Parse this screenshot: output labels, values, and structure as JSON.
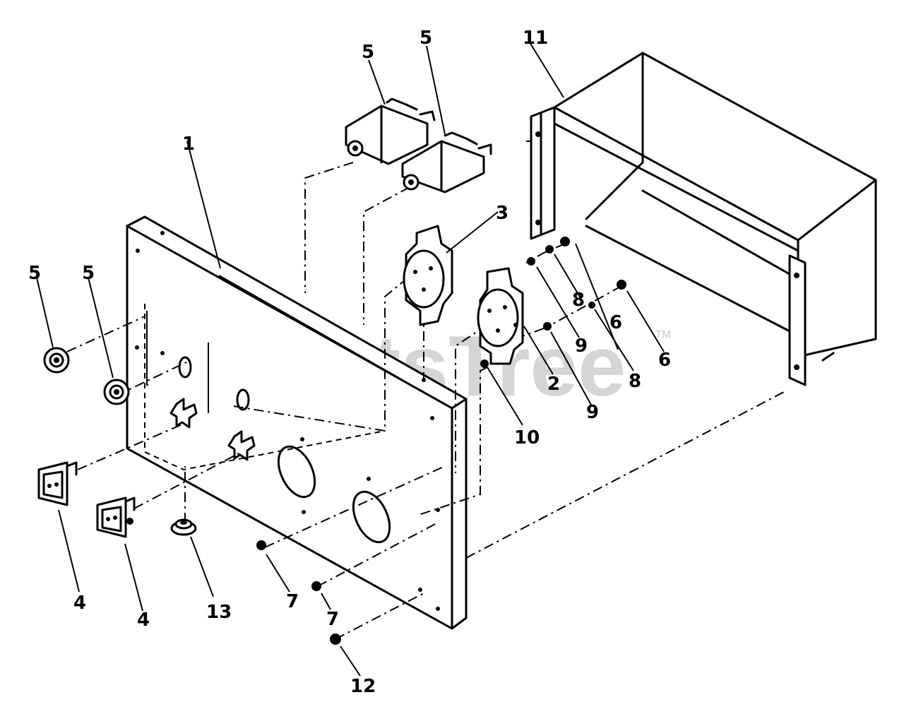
{
  "watermark": {
    "text": "PartsTree",
    "trademark": "TM"
  },
  "callouts": {
    "c1": "1",
    "c2": "2",
    "c3": "3",
    "c4a": "4",
    "c4b": "4",
    "c5a": "5",
    "c5b": "5",
    "c5c": "5",
    "c5d": "5",
    "c6a": "6",
    "c6b": "6",
    "c7a": "7",
    "c7b": "7",
    "c8a": "8",
    "c8b": "8",
    "c9a": "9",
    "c9b": "9",
    "c10": "10",
    "c11": "11",
    "c12": "12",
    "c13": "13"
  }
}
